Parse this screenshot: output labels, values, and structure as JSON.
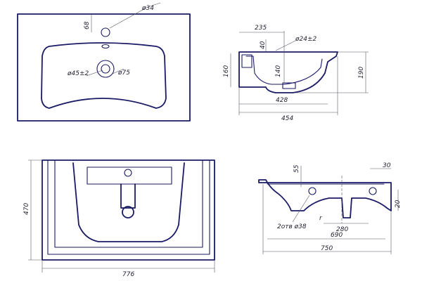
{
  "views": {
    "top": {
      "faucet_offset": "68",
      "faucet_hole": "ø34",
      "drain_outer": "ø75",
      "drain_inner": "ø45±2"
    },
    "side": {
      "depth_offset": "235",
      "overflow_top": "40",
      "overflow_dia": "ø24±2",
      "drain_depth": "140",
      "height_left": "160",
      "height_right": "190",
      "width_inner": "428",
      "width_outer": "454"
    },
    "front": {
      "height": "470",
      "width": "776"
    },
    "section": {
      "hole_depth": "55",
      "hole_depth_right": "30",
      "rim_height": "20",
      "holes_note": "2отв ø38",
      "radius": "r",
      "drain_width": "280",
      "span_inner": "690",
      "span_outer": "750"
    }
  }
}
